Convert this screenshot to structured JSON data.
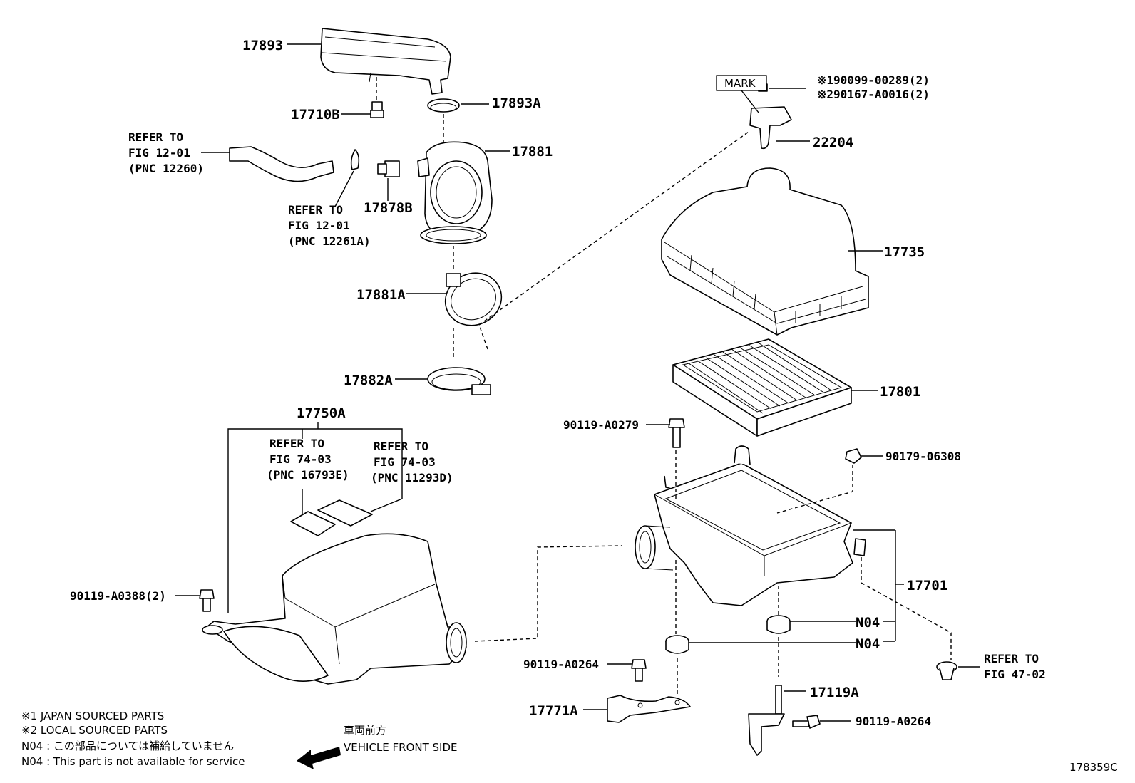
{
  "callouts": {
    "p17893": "17893",
    "p17710B": "17710B",
    "p17893A": "17893A",
    "p17881": "17881",
    "p17878B": "17878B",
    "p17881A": "17881A",
    "p17882A": "17882A",
    "p17750A": "17750A",
    "p22204": "22204",
    "p17735": "17735",
    "p17801": "17801",
    "p90119_A0279": "90119-A0279",
    "p90179_06308": "90179-06308",
    "p17701": "17701",
    "n04_a": "N04",
    "n04_b": "N04",
    "p90119_A0388": "90119-A0388(2)",
    "p90119_A0264_a": "90119-A0264",
    "p17771A": "17771A",
    "p17119A": "17119A",
    "p90119_A0264_b": "90119-A0264",
    "bolt1": "※190099-00289(2)",
    "bolt2": "※290167-A0016(2)",
    "mark": "MARK"
  },
  "refs": {
    "r1": [
      "REFER TO",
      "FIG 12-01",
      "(PNC 12260)"
    ],
    "r2": [
      "REFER TO",
      "FIG 12-01",
      "(PNC 12261A)"
    ],
    "r3": [
      "REFER TO",
      "FIG 74-03",
      "(PNC 16793E)"
    ],
    "r4": [
      "REFER TO",
      "FIG 74-03",
      "(PNC 11293D)"
    ],
    "r5": [
      "REFER TO",
      "FIG 47-02"
    ]
  },
  "legend": {
    "line1": "※1 JAPAN SOURCED PARTS",
    "line2": "※2 LOCAL SOURCED PARTS",
    "line3": "N04 : この部品については補給していません",
    "line4": "N04 : This part is not available for service",
    "front_jp": "車両前方",
    "front_en": "VEHICLE FRONT SIDE"
  },
  "figure_id": "178359C"
}
